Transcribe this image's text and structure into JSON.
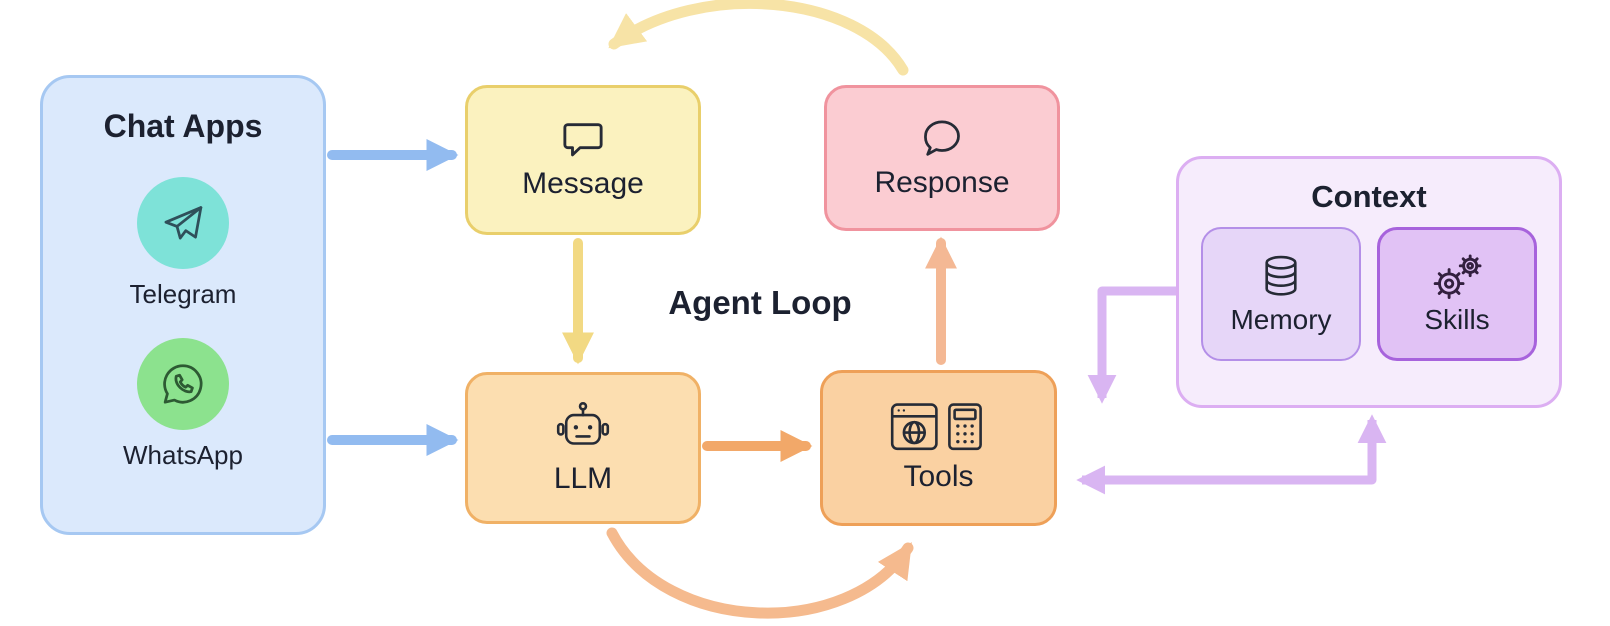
{
  "diagram": {
    "center_label": "Agent Loop",
    "chat_apps": {
      "title": "Chat Apps",
      "items": [
        {
          "label": "Telegram",
          "icon": "telegram-icon",
          "circle_color": "#7ee2d8"
        },
        {
          "label": "WhatsApp",
          "icon": "whatsapp-icon",
          "circle_color": "#8ce28e"
        }
      ]
    },
    "nodes": {
      "message": {
        "label": "Message",
        "icon": "speech-bubble-square-icon"
      },
      "response": {
        "label": "Response",
        "icon": "speech-bubble-round-icon"
      },
      "llm": {
        "label": "LLM",
        "icon": "robot-icon"
      },
      "tools": {
        "label": "Tools",
        "icon": "browser-calculator-icon"
      }
    },
    "context": {
      "title": "Context",
      "items": [
        {
          "label": "Memory",
          "icon": "database-icon"
        },
        {
          "label": "Skills",
          "icon": "gears-icon"
        }
      ]
    },
    "edges": [
      {
        "from": "chat-apps",
        "to": "message",
        "color": "#92bbf0",
        "style": "straight"
      },
      {
        "from": "chat-apps",
        "to": "llm",
        "color": "#92bbf0",
        "style": "straight"
      },
      {
        "from": "message",
        "to": "llm",
        "color": "#f2d983",
        "style": "straight"
      },
      {
        "from": "llm",
        "to": "tools",
        "color": "#f2a869",
        "style": "straight"
      },
      {
        "from": "tools",
        "to": "response",
        "color": "#f4b894",
        "style": "straight"
      },
      {
        "from": "response",
        "to": "message",
        "color": "#f7e3a6",
        "style": "curved-top"
      },
      {
        "from": "llm",
        "to": "tools",
        "color": "#f5ba8e",
        "style": "curved-bottom"
      },
      {
        "from": "context",
        "to": "tools",
        "color": "#d9b5f2",
        "style": "elbow-down"
      },
      {
        "from": "context",
        "to": "tools",
        "color": "#d9b5f2",
        "style": "elbow-left",
        "bidirectional": true
      }
    ],
    "colors": {
      "chat_apps_fill": "#dbe9fc",
      "chat_apps_border": "#a6c8f2",
      "message_fill": "#fbf2bf",
      "message_border": "#e9cf6b",
      "response_fill": "#fbccd2",
      "response_border": "#f0939e",
      "llm_fill": "#fcdeb0",
      "llm_border": "#f0b166",
      "tools_fill": "#fad1a2",
      "tools_border": "#eea058",
      "context_fill": "#f6ecfc",
      "context_border": "#dcaef2",
      "memory_fill": "#e6d6f8",
      "memory_border": "#b48fe8",
      "skills_fill": "#e1c2f5",
      "skills_border": "#a763dc",
      "arrow_blue": "#92bbf0",
      "arrow_yellow": "#f2d983",
      "arrow_orange": "#f2a869",
      "arrow_peach": "#f4b894",
      "arrow_pale_yellow": "#f7e3a6",
      "arrow_purple": "#d9b5f2"
    }
  }
}
